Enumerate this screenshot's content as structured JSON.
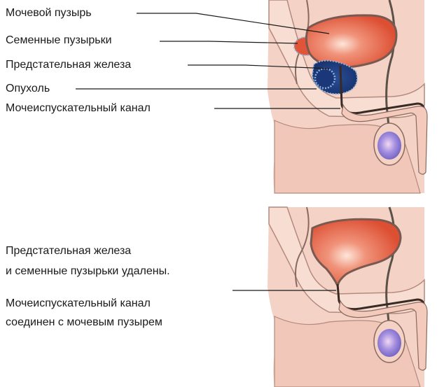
{
  "top_diagram": {
    "labels": {
      "bladder": "Мочевой пузырь",
      "seminal_vesicles": "Семенные пузырьки",
      "prostate": "Предстательная железа",
      "tumor": "Опухоль",
      "urethra": "Мочеиспускательный канал"
    }
  },
  "bottom_diagram": {
    "caption_line1": "Предстательная железа",
    "caption_line2": "и семенные пузырьки удалены.",
    "caption_line3": "Мочеиспускательный канал",
    "caption_line4": "соединен с мочевым пузырем"
  },
  "colors": {
    "skin": "#f4d3c6",
    "tissue_outline": "#8a6a5e",
    "bladder_red": "#e0553a",
    "bladder_center": "#fbd7c4",
    "prostate_blue": "#1e3c7a",
    "tumor_dots": "#8fb2d8",
    "testis_purple": "#8c7fd0",
    "urethra_dark": "#3a2a24"
  }
}
